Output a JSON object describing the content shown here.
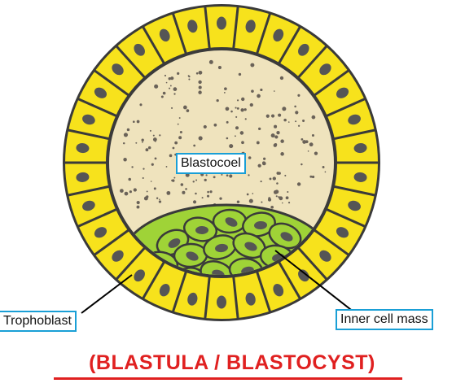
{
  "title": "(BLASTULA / BLASTOCYST)",
  "labels": {
    "blastocoel": "Blastocoel",
    "trophoblast": "Trophoblast",
    "inner_cell_mass": "Inner cell mass"
  },
  "colors": {
    "trophoblast_cell": "#f7e21c",
    "inner_cell_mass": "#9fd337",
    "blastocoel_fluid": "#efe3bd",
    "nucleus": "#555555",
    "label_border": "#1a9fd6",
    "title": "#e02020"
  }
}
